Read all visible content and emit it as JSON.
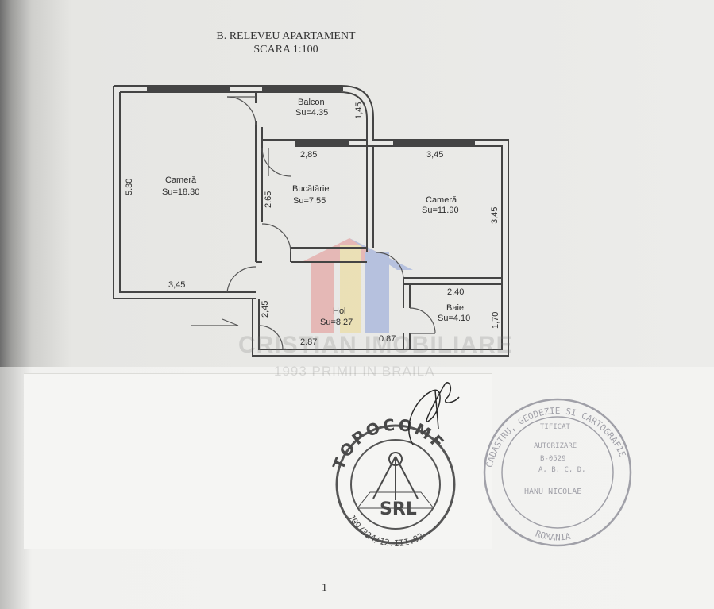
{
  "document": {
    "title": "B. RELEVEU APARTAMENT",
    "scale": "SCARA 1:100",
    "page_number": "1"
  },
  "rooms": {
    "balcon": {
      "name": "Balcon",
      "area": "Su=4.35"
    },
    "camera_large": {
      "name": "Cameră",
      "area": "Su=18.30"
    },
    "bucatarie": {
      "name": "Bucătărie",
      "area": "Su=7.55"
    },
    "camera_small": {
      "name": "Cameră",
      "area": "Su=11.90"
    },
    "hol": {
      "name": "Hol",
      "area": "Su=8.27"
    },
    "baie": {
      "name": "Baie",
      "area": "Su=4.10"
    }
  },
  "dimensions": {
    "large_room_height": "5.30",
    "large_room_width": "3,45",
    "balcon_depth": "1,45",
    "kitchen_width": "2,85",
    "kitchen_height": "2.65",
    "small_room_width": "3,45",
    "small_room_height": "3,45",
    "bath_width": "2.40",
    "bath_height": "1,70",
    "hall_depth": "2,45",
    "hall_width": "2.87",
    "passage_width": "0.87"
  },
  "watermark": {
    "line1": "CRISTIAN IMOBILIARE",
    "line2": "1993 PRIMII IN BRAILA"
  },
  "stamps": {
    "left": {
      "ring_top": "TOPOCOMF",
      "ring_bottom": "J09/324/12.III.92",
      "center": "SRL"
    },
    "right": {
      "ring": "CADASTRU, GEODEZIE SI CARTOGRAFIE",
      "line1": "TIFICAT",
      "line2": "AUTORIZARE",
      "line3": "B-0529",
      "line4": "A, B, C, D,",
      "name": "HANU NICOLAE",
      "ring_bottom": "ROMANIA"
    }
  },
  "colors": {
    "line": "#444444",
    "watermark_red": "#e06060",
    "watermark_blue": "#5a78d0",
    "watermark_yellow": "#f0d060",
    "stamp_ink": "#6a6a78"
  }
}
